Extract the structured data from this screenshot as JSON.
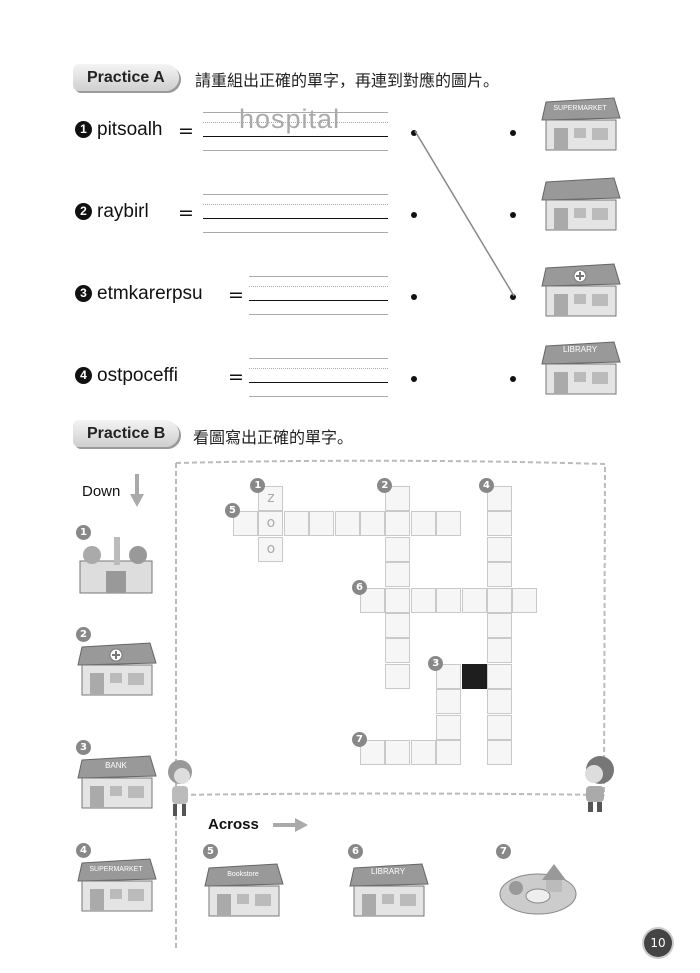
{
  "practice_a": {
    "badge": "Practice A",
    "instruction": "請重組出正確的單字，再連到對應的圖片。",
    "items": [
      {
        "num": "1",
        "scrambled": "pitsoalh",
        "answer": "hospital"
      },
      {
        "num": "2",
        "scrambled": "raybirl",
        "answer": ""
      },
      {
        "num": "3",
        "scrambled": "etmkarerpsu",
        "answer": ""
      },
      {
        "num": "4",
        "scrambled": "ostpoceffi",
        "answer": ""
      }
    ],
    "equals": "=",
    "pictures": [
      {
        "icon": "supermarket-picture",
        "sign": "SUPERMARKET"
      },
      {
        "icon": "post-office-picture",
        "sign": ""
      },
      {
        "icon": "hospital-picture",
        "sign": ""
      },
      {
        "icon": "library-picture",
        "sign": "LIBRARY"
      }
    ]
  },
  "practice_b": {
    "badge": "Practice B",
    "instruction": "看圖寫出正確的單字。",
    "down_label": "Down",
    "across_label": "Across",
    "down_clues": [
      {
        "num": "1",
        "icon": "zoo-picture",
        "sign": ""
      },
      {
        "num": "2",
        "icon": "hospital-picture",
        "sign": ""
      },
      {
        "num": "3",
        "icon": "bank-picture",
        "sign": "BANK"
      },
      {
        "num": "4",
        "icon": "supermarket-picture",
        "sign": "SUPERMARKET"
      }
    ],
    "across_clues": [
      {
        "num": "5",
        "icon": "bookstore-picture",
        "sign": "Bookstore"
      },
      {
        "num": "6",
        "icon": "library-picture",
        "sign": "LIBRARY"
      },
      {
        "num": "7",
        "icon": "park-picture",
        "sign": ""
      }
    ],
    "crossword": {
      "clue_numbers": [
        "1",
        "2",
        "3",
        "4",
        "5",
        "6",
        "7"
      ],
      "filled_word_1": [
        "z",
        "o",
        "o"
      ]
    }
  },
  "page_number": "10"
}
